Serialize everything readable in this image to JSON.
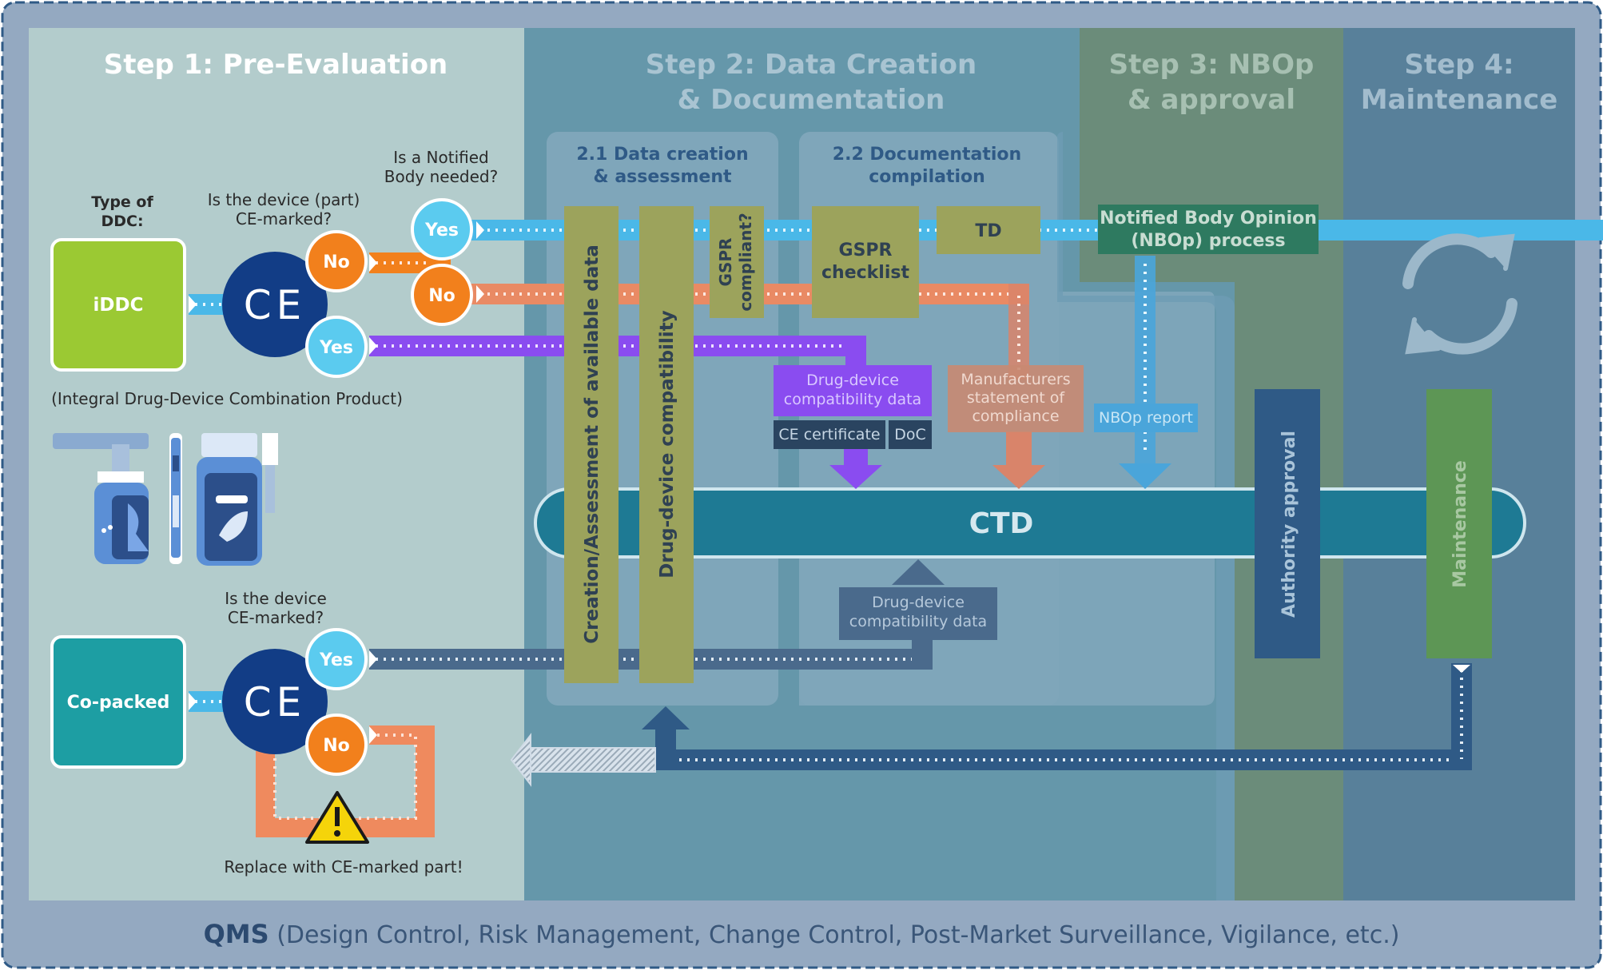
{
  "steps": {
    "step1": "Step 1: Pre-Evaluation",
    "step2": [
      "Step 2: Data Creation",
      "& Documentation"
    ],
    "step3": [
      "Step 3: NBOp",
      "& approval"
    ],
    "step4": [
      "Step 4:",
      "Maintenance"
    ]
  },
  "substeps": {
    "s21": [
      "2.1 Data creation",
      "& assessment"
    ],
    "s22": [
      "2.2 Documentation",
      "compilation"
    ]
  },
  "left": {
    "type_label": [
      "Type of",
      "DDC:"
    ],
    "iddc": "iDDC",
    "iddc_caption": "(Integral Drug-Device Combination Product)",
    "copacked": "Co-packed",
    "q_ce_marked_part": [
      "Is the device (part)",
      "CE-marked?"
    ],
    "q_notified": [
      "Is a Notified",
      "Body needed?"
    ],
    "q_ce_marked": [
      "Is the device",
      "CE-marked?"
    ],
    "replace_note": "Replace with CE-marked part!",
    "ce_mark": "CE",
    "yes": "Yes",
    "no": "No"
  },
  "bars": {
    "creation": "Creation/Assessment of available data",
    "compat": "Drug-device compatibility",
    "gspr_compliant": [
      "GSPR",
      "compliant?"
    ],
    "gspr_checklist": [
      "GSPR",
      "checklist"
    ],
    "td": "TD",
    "nbop": [
      "Notified Body Opinion",
      "(NBOp) process"
    ],
    "authority": "Authority approval",
    "maintenance": "Maintenance"
  },
  "docs": {
    "ddc_data": [
      "Drug-device",
      "compatibility data"
    ],
    "ce_cert": "CE certificate",
    "doc": "DoC",
    "manufacturers": [
      "Manufacturers",
      "statement of",
      "compliance"
    ],
    "nbop_report": "NBOp report",
    "ddc_data2": [
      "Drug-device",
      "compatibility data"
    ]
  },
  "ctd": "CTD",
  "qms": {
    "label": "QMS",
    "detail": "(Design Control, Risk Management, Change Control, Post-Market Surveillance, Vigilance, etc.)"
  },
  "colors": {
    "outer": "#94a9c1",
    "step1_bg": "#b3cccc",
    "step2_bg": "#6597aa",
    "step3_bg": "#6b8c7a",
    "step4_bg": "#58809a",
    "olive": "#9ca35c",
    "ctd": "#1e7a94",
    "orange": "#f2801c",
    "cyan": "#5bcbef",
    "purple": "#8a4cf0",
    "navy": "#123d86"
  }
}
